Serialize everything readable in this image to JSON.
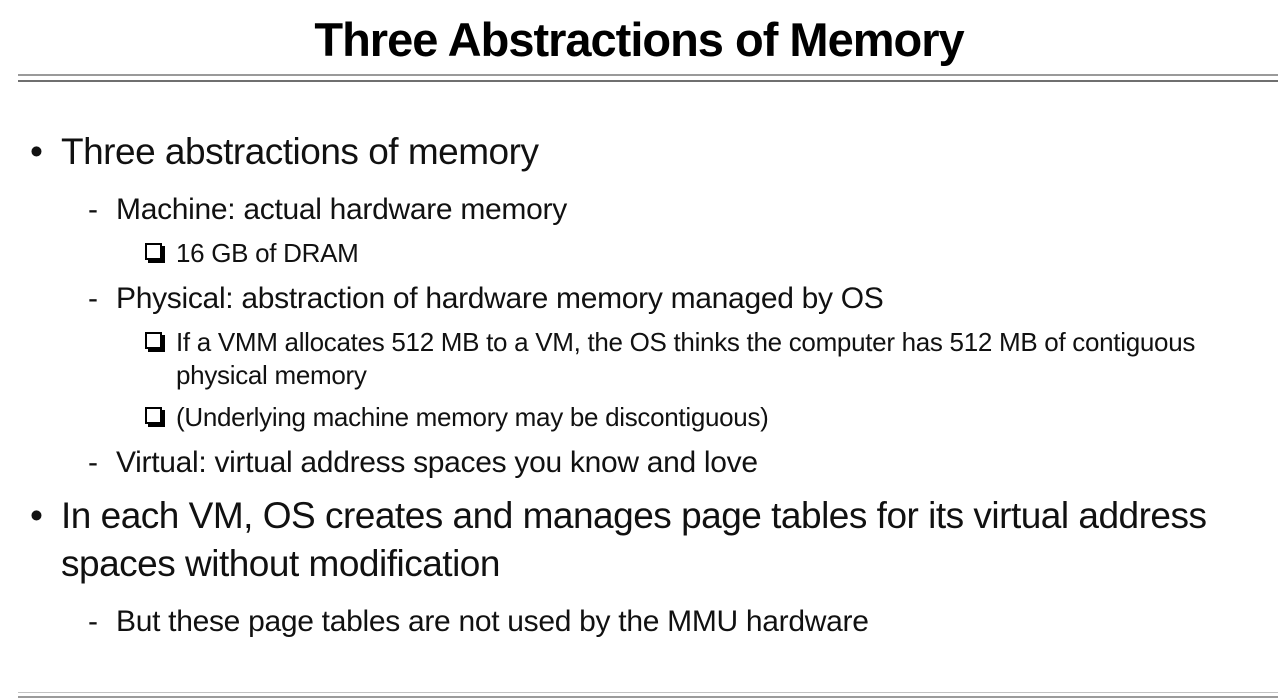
{
  "slide": {
    "title": "Three Abstractions of Memory",
    "markers": {
      "dot": "•",
      "dash": "-"
    },
    "bullets": [
      {
        "level": 1,
        "marker": "dot",
        "text": "Three abstractions of memory"
      },
      {
        "level": 2,
        "marker": "dash",
        "text": "Machine: actual hardware memory"
      },
      {
        "level": 3,
        "marker": "square",
        "text": "16 GB of DRAM"
      },
      {
        "level": 2,
        "marker": "dash",
        "text": "Physical: abstraction of hardware memory managed by OS"
      },
      {
        "level": 3,
        "marker": "square",
        "text": "If a VMM allocates 512 MB to a VM, the OS thinks the computer has 512 MB of contiguous physical memory"
      },
      {
        "level": 3,
        "marker": "square",
        "text": "(Underlying machine memory may be discontiguous)"
      },
      {
        "level": 2,
        "marker": "dash",
        "text": "Virtual: virtual address spaces you know and love"
      },
      {
        "level": 1,
        "marker": "dot",
        "text": "In each VM, OS creates and manages page tables for its virtual address spaces without modification"
      },
      {
        "level": 2,
        "marker": "dash",
        "text": "But these page tables are not used by the MMU hardware"
      }
    ],
    "colors": {
      "text": "#111111",
      "title": "#000000",
      "rule_light": "#9a9a9a",
      "rule_dark": "#6f6f6f"
    }
  }
}
